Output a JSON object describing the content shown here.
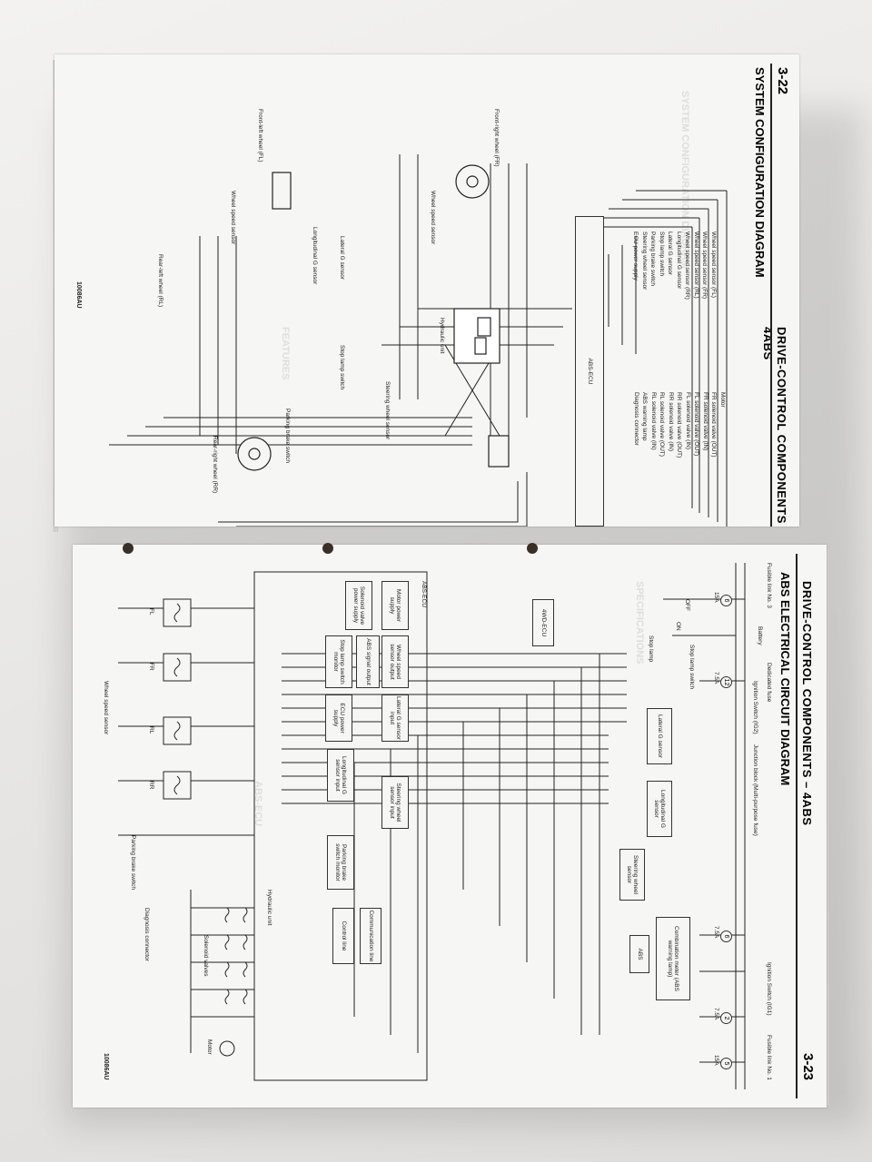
{
  "top_page": {
    "page_number": "3-22",
    "header_title": "DRIVE-CONTROL COMPONENTS – 4ABS",
    "section_title": "SYSTEM CONFIGURATION DIAGRAM",
    "figure_code": "10086AU",
    "ecu_label": "ABS-ECU",
    "left_inputs": [
      "Wheel speed sensor (FL)",
      "Wheel speed sensor (FR)",
      "Wheel speed sensor (RL)",
      "Wheel speed sensor (RR)",
      "Longitudinal G sensor",
      "Lateral G sensor",
      "Stop lamp switch",
      "Parking brake switch",
      "Steering wheel sensor",
      "ECU power supply"
    ],
    "right_outputs": [
      "Motor",
      "FR solenoid valve (OUT)",
      "FR solenoid valve (IN)",
      "FL solenoid valve (OUT)",
      "FL solenoid valve (IN)",
      "RR solenoid valve (OUT)",
      "RR solenoid valve (IN)",
      "RL solenoid valve (OUT)",
      "RL solenoid valve (IN)",
      "ABS warning lamp",
      "Diagnosis connector"
    ],
    "components": {
      "front_right_wheel": "Front-right wheel (FR)",
      "front_left_wheel": "Front-left wheel (FL)",
      "wheel_speed_sensor": "Wheel speed sensor",
      "hydraulic_unit": "Hydraulic unit",
      "lateral_g": "Lateral G sensor",
      "longitudinal_g": "Longitudinal G sensor",
      "steering_sensor": "Steering wheel sensor",
      "stop_lamp": "Stop lamp switch",
      "parking_brake": "Parking brake switch",
      "rear_right": "Rear-right wheel (RR)",
      "rear_left": "Rear-left wheel (RL)"
    }
  },
  "bottom_page": {
    "page_number": "3-23",
    "header_title": "DRIVE-CONTROL COMPONENTS – 4ABS",
    "section_title": "ABS ELECTRICAL CIRCUIT DIAGRAM",
    "figure_code": "10086AU",
    "top_labels": {
      "fusible_link_3": "Fusible link No. 3",
      "battery": "Battery",
      "dedicated_fuse": "Dedicated fuse",
      "ignition_ig2": "Ignition Switch (IG2)",
      "junction_block": "Junction block (Multi-purpose fuse)",
      "ignition_ig1": "Ignition Switch (IG1)",
      "fusible_link_1": "Fusible link No. 1",
      "stop_lamp_switch": "Stop lamp switch",
      "stop_lamp": "Stop lamp",
      "off": "OFF",
      "on": "ON"
    },
    "fuses": [
      {
        "num": "6",
        "rating": "15A"
      },
      {
        "num": "12",
        "rating": "7.5A"
      },
      {
        "num": "6",
        "rating": "7.5A"
      },
      {
        "num": "2",
        "rating": "7.5A"
      },
      {
        "num": "5",
        "rating": "15A"
      }
    ],
    "sensor_blocks": [
      "Lateral G sensor",
      "Longitudinal G sensor",
      "Steering wheel sensor",
      "Combination meter (ABS warning lamp)"
    ],
    "ecu_blocks": [
      "Motor power supply",
      "Solenoid valve power supply",
      "Wheel speed sensor output",
      "ABS signal output",
      "Stop lamp switch monitor",
      "ECU power supply",
      "Lateral G sensor input",
      "Longitudinal G sensor input",
      "Steering wheel sensor input",
      "Parking brake switch monitor",
      "Communication line",
      "Control line"
    ],
    "other_labels": {
      "awd_ecu": "4WD-ECU",
      "abs_ecu": "ABS-ECU",
      "abs_lamp": "ABS",
      "hydraulic_unit": "Hydraulic unit",
      "solenoid_valves": "Solenoid valves",
      "motor": "Motor",
      "diagnosis_connector": "Diagnosis connector",
      "parking_brake_switch": "Parking brake switch",
      "wheel_speed_sensor": "Wheel speed sensor"
    },
    "wheel_labels": [
      "FL",
      "FR",
      "RL",
      "RR"
    ]
  }
}
